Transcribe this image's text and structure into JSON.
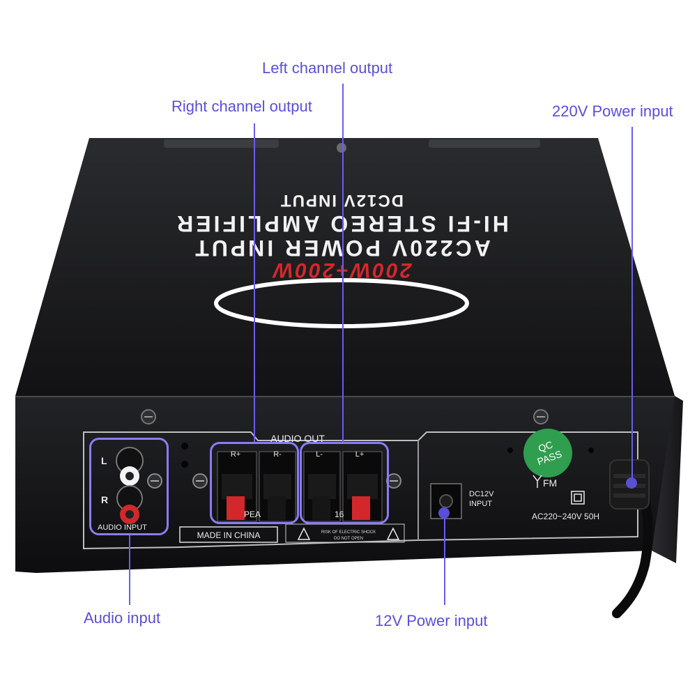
{
  "callouts": {
    "left_channel_output": "Left channel output",
    "right_channel_output": "Right channel output",
    "power_220v_input": "220V Power input",
    "audio_input": "Audio input",
    "power_12v_input": "12V Power input"
  },
  "top_panel": {
    "line1": "DC12V INPUT",
    "line2": "HI-FI STEREO AMPLIFIER",
    "line3": "AC220V POWER INPUT",
    "line4": "200W+200W"
  },
  "rear_panel": {
    "audio_out_title": "AUDIO OUT",
    "terminals": [
      "R+",
      "R-",
      "L-",
      "L+"
    ],
    "rca_left": "L",
    "rca_right": "R",
    "audio_input_label": "AUDIO INPUT",
    "made_in": "MADE IN CHINA",
    "dc_label_1": "DC12V",
    "dc_label_2": "INPUT",
    "qc_line1": "QC",
    "qc_line2": "PASS",
    "fm_label": "FM",
    "ac_label": "AC220~240V 50H",
    "speaker_frag_1": "PEA",
    "speaker_frag_2": "16",
    "warning_text_1": "RISK OF ELECTRIC SHOCK",
    "warning_text_2": "DO NOT OPEN"
  },
  "colors": {
    "callout": "#5a4fd6",
    "highlight": "#8a7cf6",
    "body": "#1c1c1e",
    "accent_red": "#d2282c",
    "qc_green": "#2f9e4f"
  }
}
